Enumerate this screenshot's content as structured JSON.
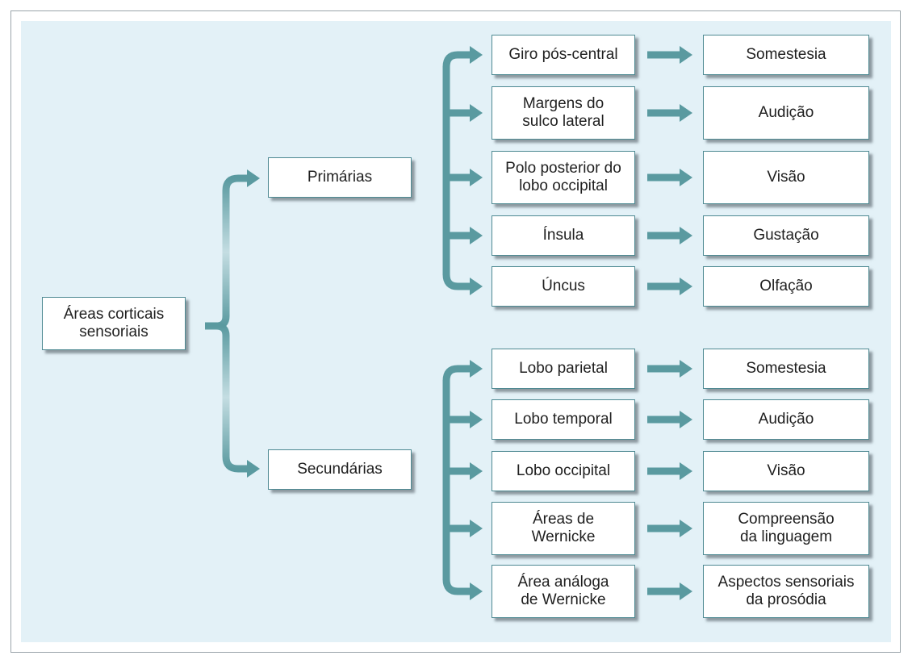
{
  "colors": {
    "panel": "#e3f1f7",
    "arrow": "#5a9aa0",
    "border": "#4f8a93"
  },
  "root": {
    "label": "Áreas corticais\nsensoriais"
  },
  "groups": [
    {
      "label": "Primárias",
      "rows": [
        {
          "area": "Giro pós-central",
          "function": "Somestesia"
        },
        {
          "area": "Margens do\nsulco lateral",
          "function": "Audição"
        },
        {
          "area": "Polo posterior do\nlobo occipital",
          "function": "Visão"
        },
        {
          "area": "Ínsula",
          "function": "Gustação"
        },
        {
          "area": "Úncus",
          "function": "Olfação"
        }
      ]
    },
    {
      "label": "Secundárias",
      "rows": [
        {
          "area": "Lobo parietal",
          "function": "Somestesia"
        },
        {
          "area": "Lobo temporal",
          "function": "Audição"
        },
        {
          "area": "Lobo occipital",
          "function": "Visão"
        },
        {
          "area": "Áreas de\nWernicke",
          "function": "Compreensão\nda linguagem"
        },
        {
          "area": "Área análoga\nde Wernicke",
          "function": "Aspectos sensoriais\nda prosódia"
        }
      ]
    }
  ]
}
